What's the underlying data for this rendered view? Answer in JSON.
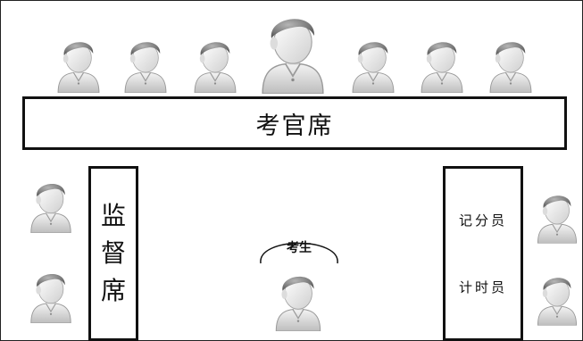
{
  "examiner_bench": {
    "label": "考官席"
  },
  "supervisor_seat": {
    "chars": [
      "监",
      "督",
      "席"
    ]
  },
  "side_desk": {
    "scorer": "记分员",
    "timer": "计时员"
  },
  "candidate": {
    "label": "考生"
  },
  "colors": {
    "border": "#111111",
    "person_head": "#7a7a7a",
    "person_face": "#f2f2f2",
    "person_shirt": "#e6e6e6"
  },
  "icons": {
    "person": "person-icon"
  }
}
